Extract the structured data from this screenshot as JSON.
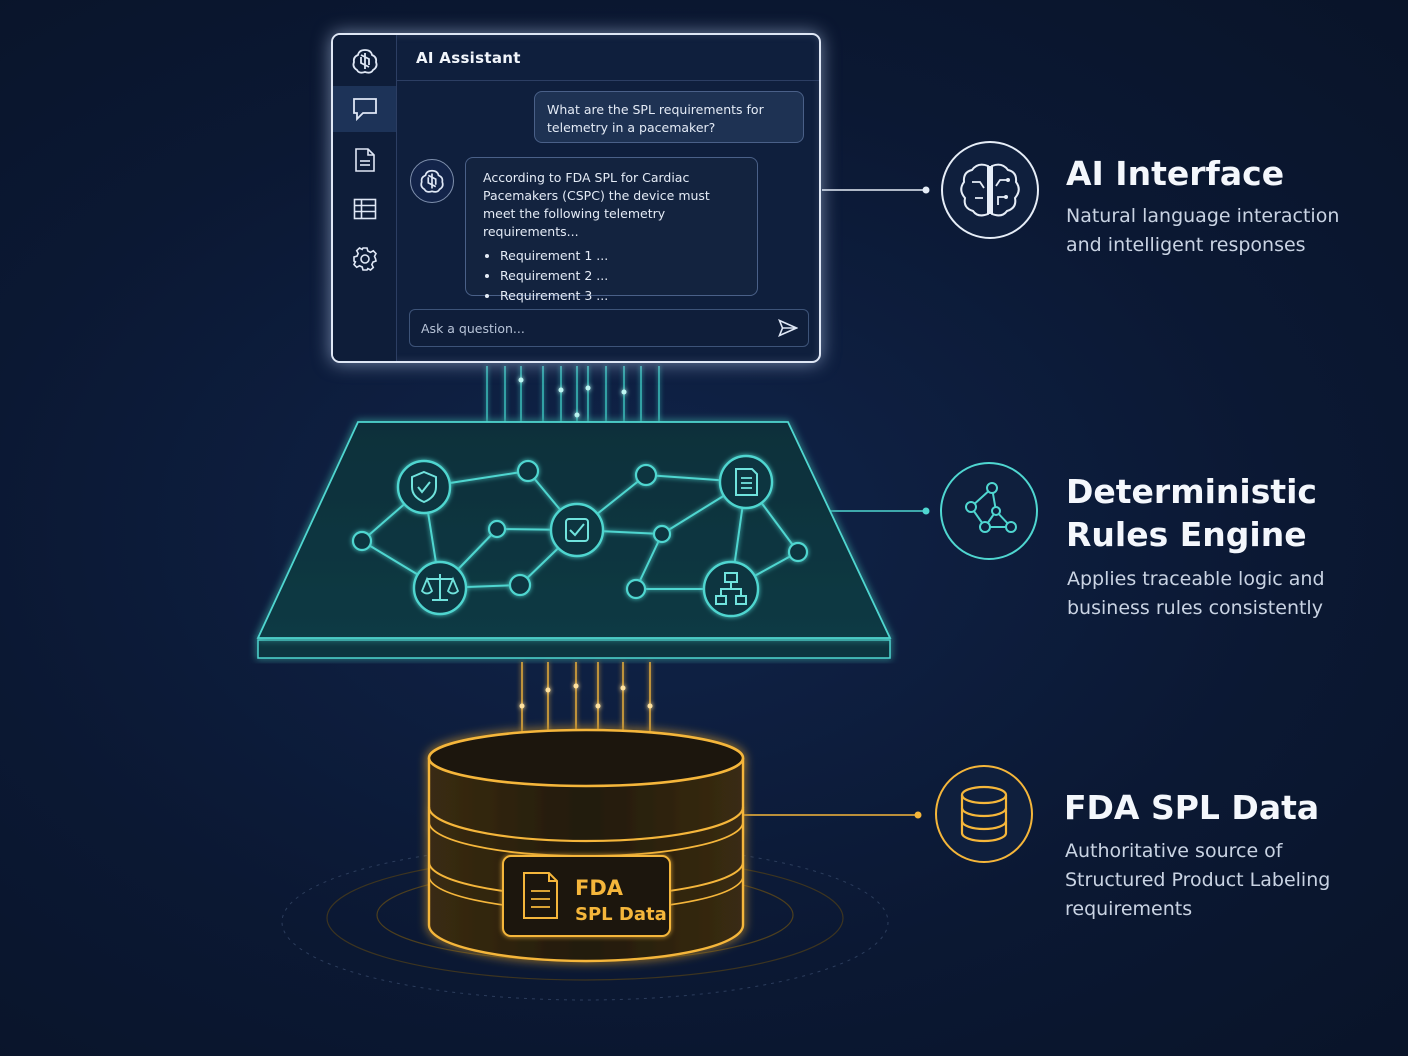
{
  "assistant": {
    "title": "AI  Assistant",
    "user_message": "What are the SPL requirements for telemetry in a pacemaker?",
    "bot_message": "According to FDA SPL for Cardiac Pacemakers (CSPC) the device must meet the following telemetry requirements...",
    "requirements": [
      "Requirement 1 ...",
      "Requirement 2 ...",
      "Requirement 3 ..."
    ],
    "input_placeholder": "Ask a question...",
    "sidebar_icons": [
      "ai-logo-icon",
      "chat-icon",
      "document-icon",
      "table-icon",
      "gear-icon"
    ]
  },
  "rules_engine_nodes": [
    "shield-check-icon",
    "document-icon",
    "checkbox-icon",
    "scales-icon",
    "hierarchy-icon"
  ],
  "database": {
    "label_line1": "FDA",
    "label_line2": "SPL Data"
  },
  "layers": [
    {
      "title": "AI Interface",
      "description_lines": [
        "Natural language interaction",
        "and intelligent responses"
      ],
      "icon": "brain-circuit-icon"
    },
    {
      "title_lines": [
        "Deterministic",
        "Rules Engine"
      ],
      "description_lines": [
        "Applies traceable logic and",
        "business rules consistently"
      ],
      "icon": "network-nodes-icon"
    },
    {
      "title": "FDA SPL Data",
      "description_lines": [
        "Authoritative source of",
        "Structured Product Labeling",
        "requirements"
      ],
      "icon": "database-icon"
    }
  ],
  "colors": {
    "background": "#0b1833",
    "white_glow": "#dfe7f5",
    "teal": "#4fd6d0",
    "gold": "#f5b63a"
  }
}
